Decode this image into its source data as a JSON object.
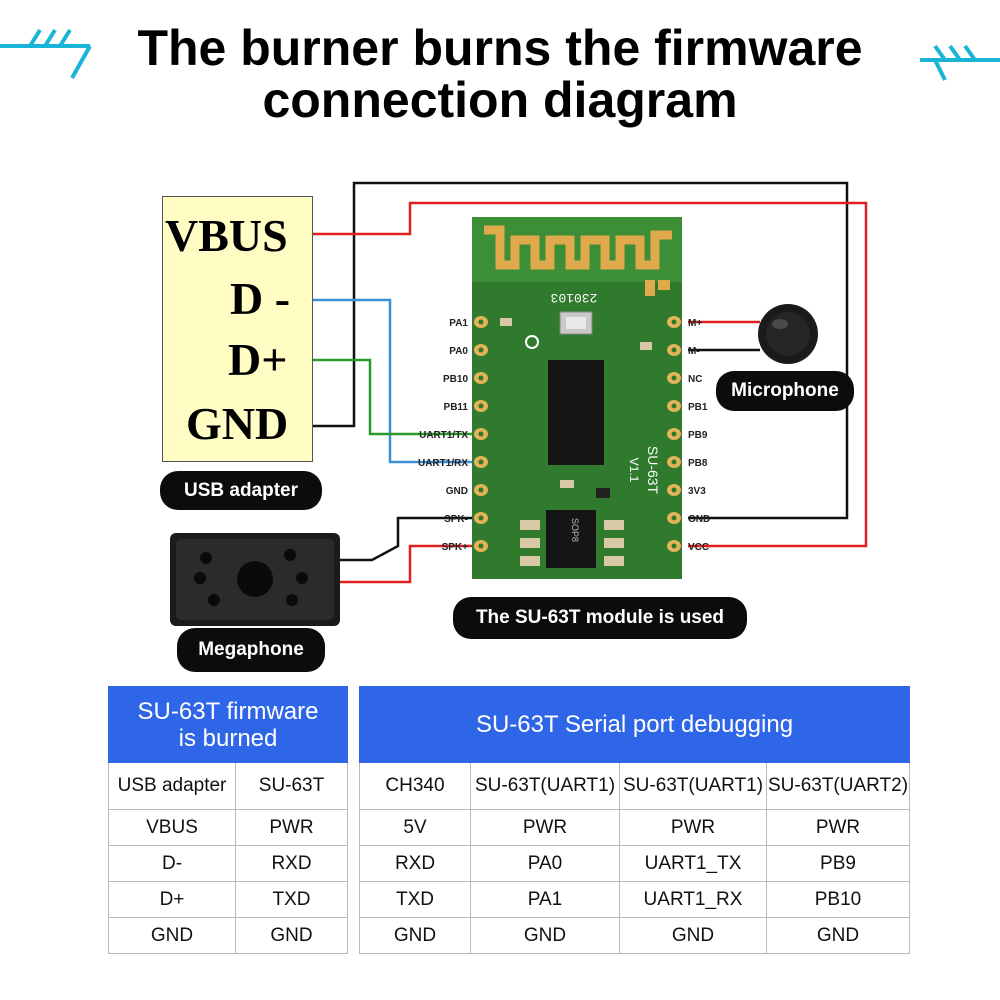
{
  "title": {
    "line1": "The burner burns the firmware",
    "line2": "connection diagram"
  },
  "usb_adapter": {
    "pins": [
      "VBUS",
      "D -",
      "D+",
      "GND"
    ],
    "label": "USB adapter"
  },
  "module": {
    "label": "The SU-63T module is used",
    "board_text": "230103",
    "chip_text": "SOP8",
    "silk_name": "SU-63T",
    "silk_ver": "V1.1",
    "left_pins": [
      "PA1",
      "PA0",
      "PB10",
      "PB11",
      "UART1/TX",
      "UART1/RX",
      "GND",
      "SPK-",
      "SPK+"
    ],
    "right_pins": [
      "M+",
      "M-",
      "NC",
      "PB1",
      "PB9",
      "PB8",
      "3V3",
      "GND",
      "VCC"
    ]
  },
  "microphone": {
    "label": "Microphone"
  },
  "megaphone": {
    "label": "Megaphone"
  },
  "colors": {
    "board": "#2f7a2c",
    "antenna": "#e0a94c",
    "wire_red": "#e02020",
    "wire_black": "#111111",
    "wire_blue": "#3a8fd8",
    "wire_green": "#2a9a2a",
    "table_header": "#2f66e8"
  },
  "firmware_table": {
    "header": "SU-63T firmware is burned",
    "header_line1": "SU-63T firmware",
    "header_line2": "is burned",
    "columns": [
      "USB adapter",
      "SU-63T"
    ],
    "rows": [
      [
        "VBUS",
        "PWR"
      ],
      [
        "D-",
        "RXD"
      ],
      [
        "D+",
        "TXD"
      ],
      [
        "GND",
        "GND"
      ]
    ]
  },
  "serial_table": {
    "header": "SU-63T Serial port debugging",
    "columns": [
      "CH340",
      "SU-63T(UART1)",
      "SU-63T(UART1)",
      "SU-63T(UART2)"
    ],
    "rows": [
      [
        "5V",
        "PWR",
        "PWR",
        "PWR"
      ],
      [
        "RXD",
        "PA0",
        "UART1_TX",
        "PB9"
      ],
      [
        "TXD",
        "PA1",
        "UART1_RX",
        "PB10"
      ],
      [
        "GND",
        "GND",
        "GND",
        "GND"
      ]
    ]
  }
}
